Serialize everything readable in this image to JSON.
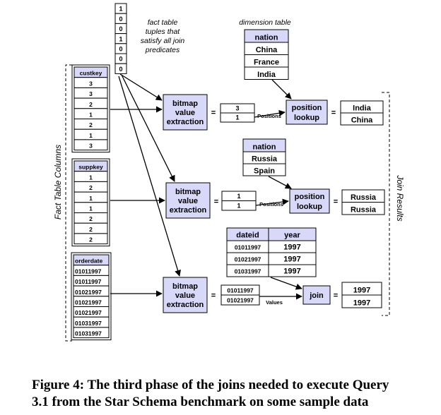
{
  "colors": {
    "box_fill": "#d8d8f8",
    "stroke": "#000000",
    "background": "#ffffff"
  },
  "fact_bitmap": {
    "bits": [
      "1",
      "0",
      "0",
      "1",
      "0",
      "0",
      "0"
    ]
  },
  "annotations": {
    "fact_tuples": [
      "fact table",
      "tuples that",
      "satisfy all join",
      "predicates"
    ],
    "dimension_table": "dimension table",
    "fact_columns": "Fact Table Columns",
    "join_results": "Join Results"
  },
  "columns": {
    "custkey": {
      "header": "custkey",
      "values": [
        "3",
        "3",
        "2",
        "1",
        "2",
        "1",
        "3"
      ]
    },
    "suppkey": {
      "header": "suppkey",
      "values": [
        "1",
        "2",
        "1",
        "1",
        "2",
        "2",
        "2"
      ]
    },
    "orderdate": {
      "header": "orderdate",
      "values": [
        "01011997",
        "01011997",
        "01021997",
        "01021997",
        "01021997",
        "01031997",
        "01031997"
      ]
    }
  },
  "ops": {
    "bve_line1": "bitmap",
    "bve_line2": "value",
    "bve_line3": "extraction",
    "pl_line1": "position",
    "pl_line2": "lookup",
    "join": "join",
    "equals": "="
  },
  "row1": {
    "extracted": [
      "3",
      "1"
    ],
    "edge_label": "Positions",
    "dim_header": "nation",
    "dim_values": [
      "China",
      "France",
      "India"
    ],
    "result": [
      "India",
      "China"
    ]
  },
  "row2": {
    "extracted": [
      "1",
      "1"
    ],
    "edge_label": "Positions",
    "dim_header": "nation",
    "dim_values": [
      "Russia",
      "Spain"
    ],
    "result": [
      "Russia",
      "Russia"
    ]
  },
  "row3": {
    "extracted": [
      "01011997",
      "01021997"
    ],
    "edge_label": "Values",
    "dim_headers": [
      "dateid",
      "year"
    ],
    "dim_rows": [
      [
        "01011997",
        "1997"
      ],
      [
        "01021997",
        "1997"
      ],
      [
        "01031997",
        "1997"
      ]
    ],
    "result": [
      "1997",
      "1997"
    ]
  },
  "caption": {
    "line1": "Figure 4: The third phase of the joins needed to execute Query",
    "line2": "3.1 from the Star Schema benchmark on some sample data"
  }
}
